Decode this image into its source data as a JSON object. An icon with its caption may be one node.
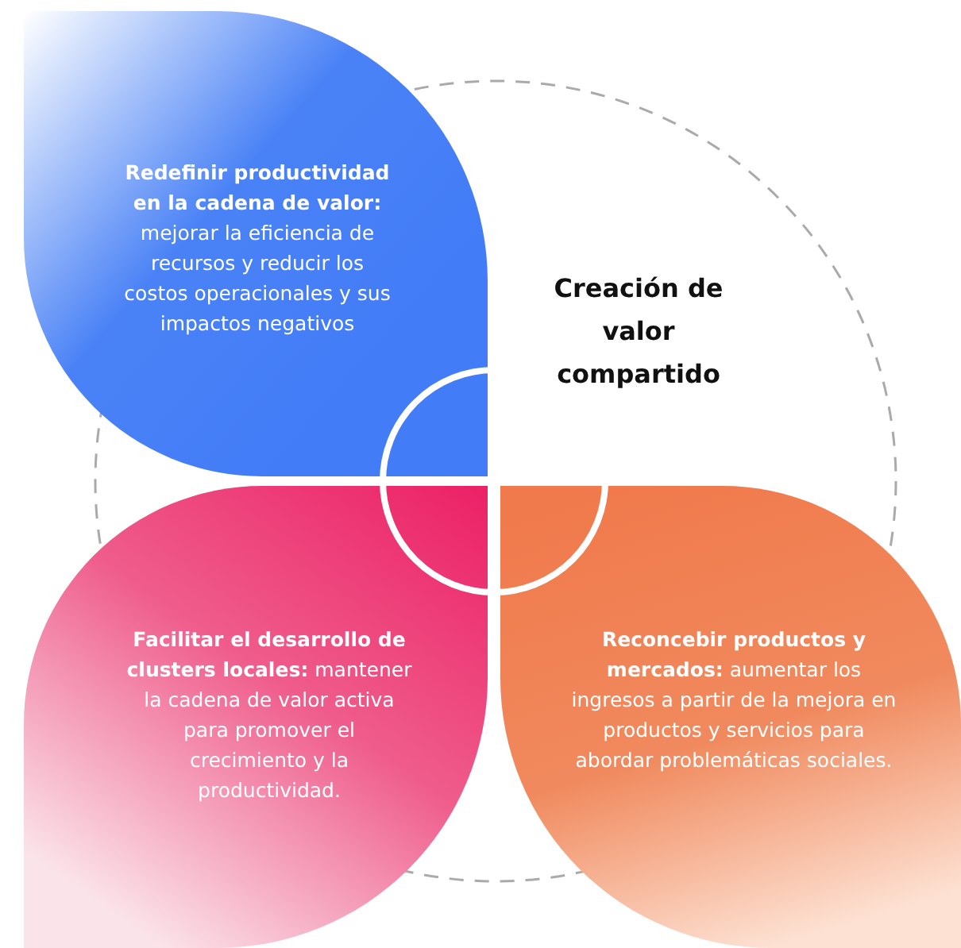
{
  "diagram": {
    "nodes": [
      {
        "text": [
          "**Redefinir productividad en la cadena de valor:** mejorar la eficiencia de recursos y reducir los costos operacionales y sus impactos negativos"
        ]
      },
      {
        "text": [
          "Creación de valor compartido"
        ]
      },
      {
        "text": [
          "**Facilitar el desarrollo de clusters locales:** mantener la cadena de valor activa para promover el crecimiento y la productividad."
        ]
      },
      {
        "text": [
          "**Reconcebir productos y mercados:** aumentar los ingresos a partir de la mejora en productos y servicios para abordar problemáticas sociales."
        ]
      },
      {
        "text": [],
        "shape": "circle"
      }
    ]
  }
}
